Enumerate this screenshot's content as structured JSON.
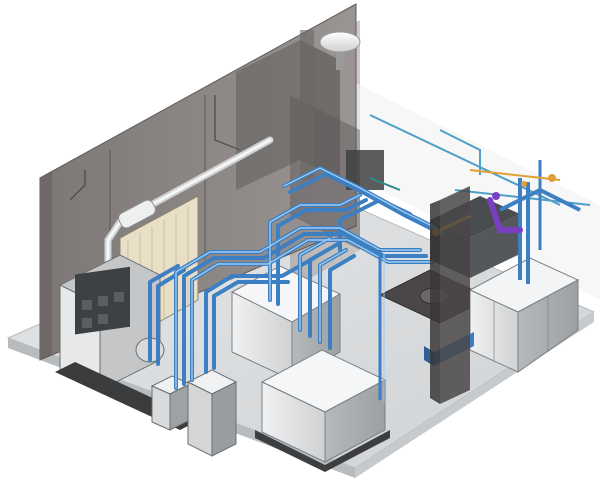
{
  "scene": {
    "description_visible_text": "",
    "colors": {
      "background": "#ffffff",
      "floor": "#d9dbdd",
      "floor_edge": "#b8bbbe",
      "wall_left": "#8a8583",
      "wall_left_dark": "#6f6a68",
      "wall_back": "#a9a4a1",
      "glass": "#5f5c5b",
      "pipe_blue": "#4a8fd0",
      "pipe_blue_light": "#8fc0ef",
      "equipment_light": "#e6e7e8",
      "equipment_mid": "#c8cacc",
      "equipment_dark": "#8d9092",
      "machine_dark": "#3e4143",
      "accent_orange": "#e0a037",
      "accent_purple": "#7a3fc0",
      "accent_teal": "#2f8c8a"
    },
    "components": [
      {
        "id": "floor-slab"
      },
      {
        "id": "left-wall"
      },
      {
        "id": "back-wall"
      },
      {
        "id": "ceiling-dome-light"
      },
      {
        "id": "generator-set"
      },
      {
        "id": "exhaust-pipe"
      },
      {
        "id": "louver-panel"
      },
      {
        "id": "switchgear-block-center"
      },
      {
        "id": "switchgear-block-front"
      },
      {
        "id": "cabinet-front-left"
      },
      {
        "id": "cabinet-front-middle"
      },
      {
        "id": "transformer-right-group"
      },
      {
        "id": "floor-pad-right"
      },
      {
        "id": "cable-tray-system"
      },
      {
        "id": "busway-pipes"
      }
    ]
  }
}
